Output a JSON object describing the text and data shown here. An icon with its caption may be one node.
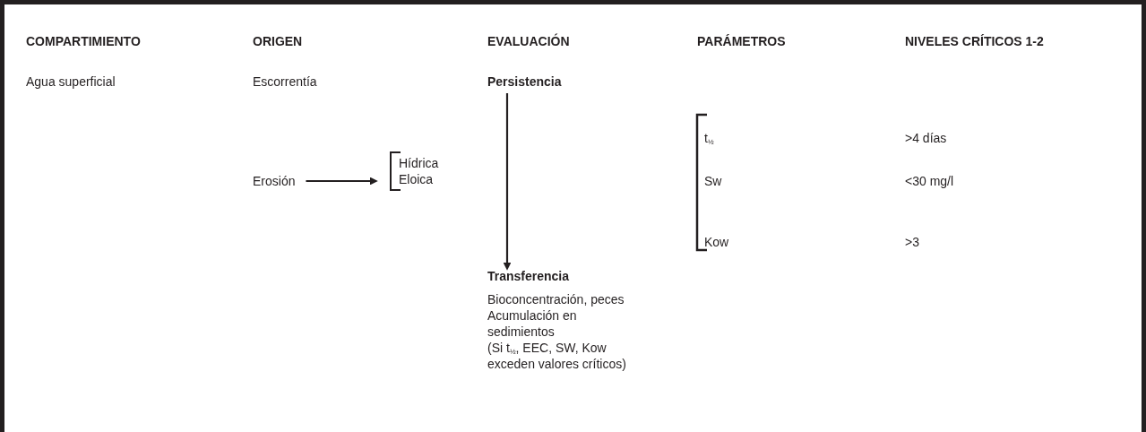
{
  "diagram": {
    "nodes": [
      {
        "text": [
          "Persistencia"
        ]
      },
      {
        "text": [
          "Erosión"
        ]
      },
      {
        "text": [
          "Hídrica",
          "Eloica"
        ]
      },
      {
        "text": [
          "Transferencia",
          "Bioconcentración, peces",
          "Acumulación en sedimientos",
          "(Si t$_{½}$, EEC, SW, Kow exceden valores críticos)"
        ]
      }
    ],
    "edges": [
      {
        "from": 1,
        "to": 2,
        "arrow": "to"
      },
      {
        "from": 0,
        "to": 3,
        "arrow": "to"
      }
    ],
    "labels": [
      "COMPARTIMIENTO",
      "ORIGEN",
      "EVALUACIÓN",
      "PARÁMETROS",
      "NIVELES CRÍTICOS 1-2",
      "Agua superficial",
      "Escorrentía",
      "t$_{½}$",
      ">4 días",
      "Sw",
      "<30 mg/l",
      "Kow",
      ">3"
    ]
  }
}
